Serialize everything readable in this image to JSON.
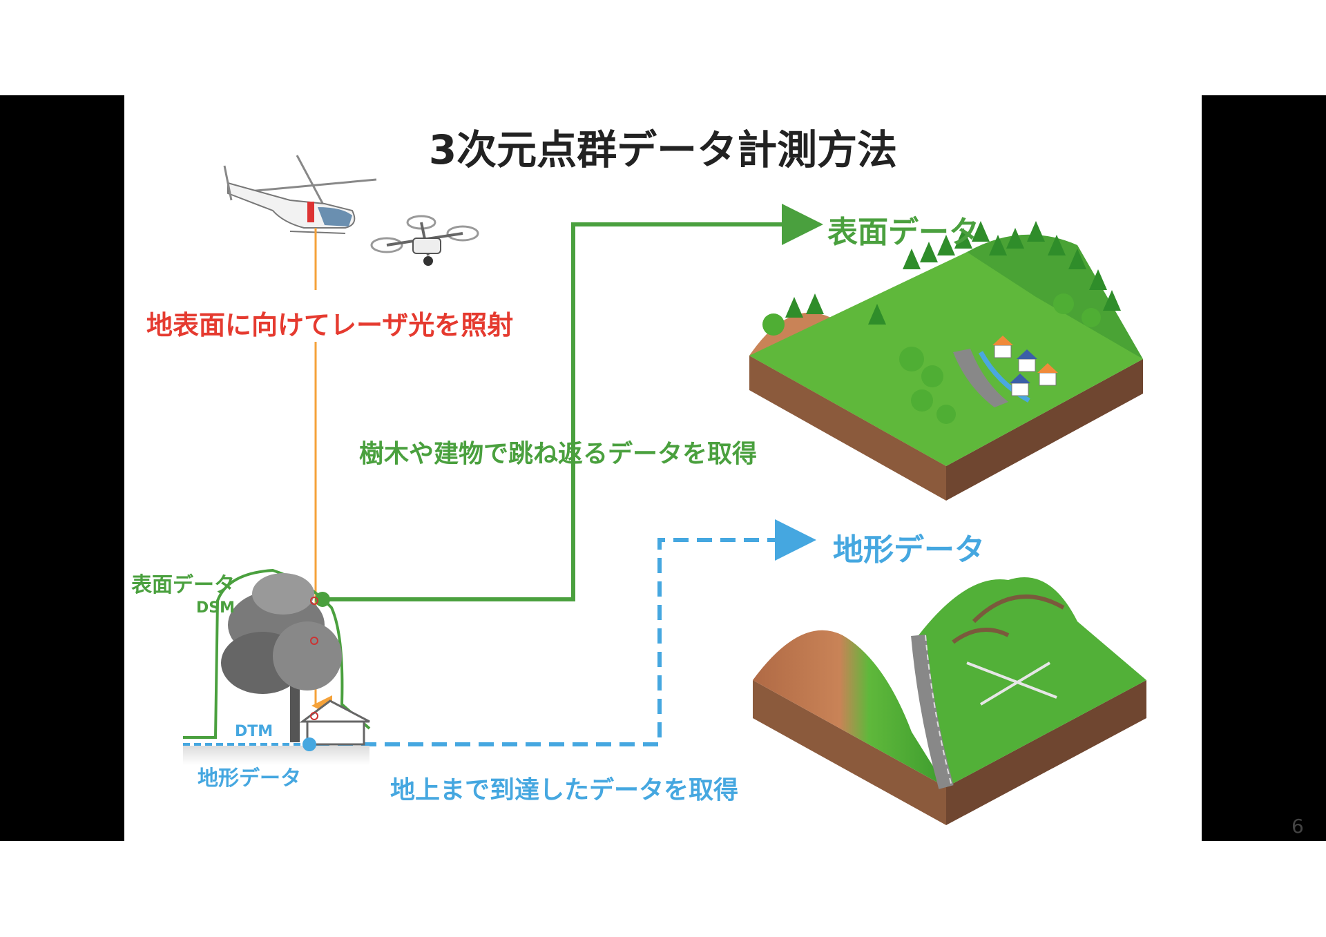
{
  "slide": {
    "title": "3次元点群データ計測方法",
    "page_number": "6"
  },
  "labels": {
    "laser": "地表面に向けてレーザ光を照射",
    "reflect": "樹木や建物で跳ね返るデータを取得",
    "ground": "地上まで到達したデータを取得",
    "surface_title": "表面データ",
    "terrain_title": "地形データ",
    "surface_small": "表面データ",
    "terrain_small": "地形データ",
    "dsm": "DSM",
    "dtm": "DTM"
  },
  "colors": {
    "red": "#e53a2f",
    "green": "#4aa03e",
    "blue": "#45a7e0",
    "orange": "#f5a23a",
    "soil": "#8b5a3c",
    "grass": "#55b13a"
  },
  "icons": [
    "helicopter-icon",
    "drone-icon",
    "tree-icon",
    "house-icon"
  ]
}
